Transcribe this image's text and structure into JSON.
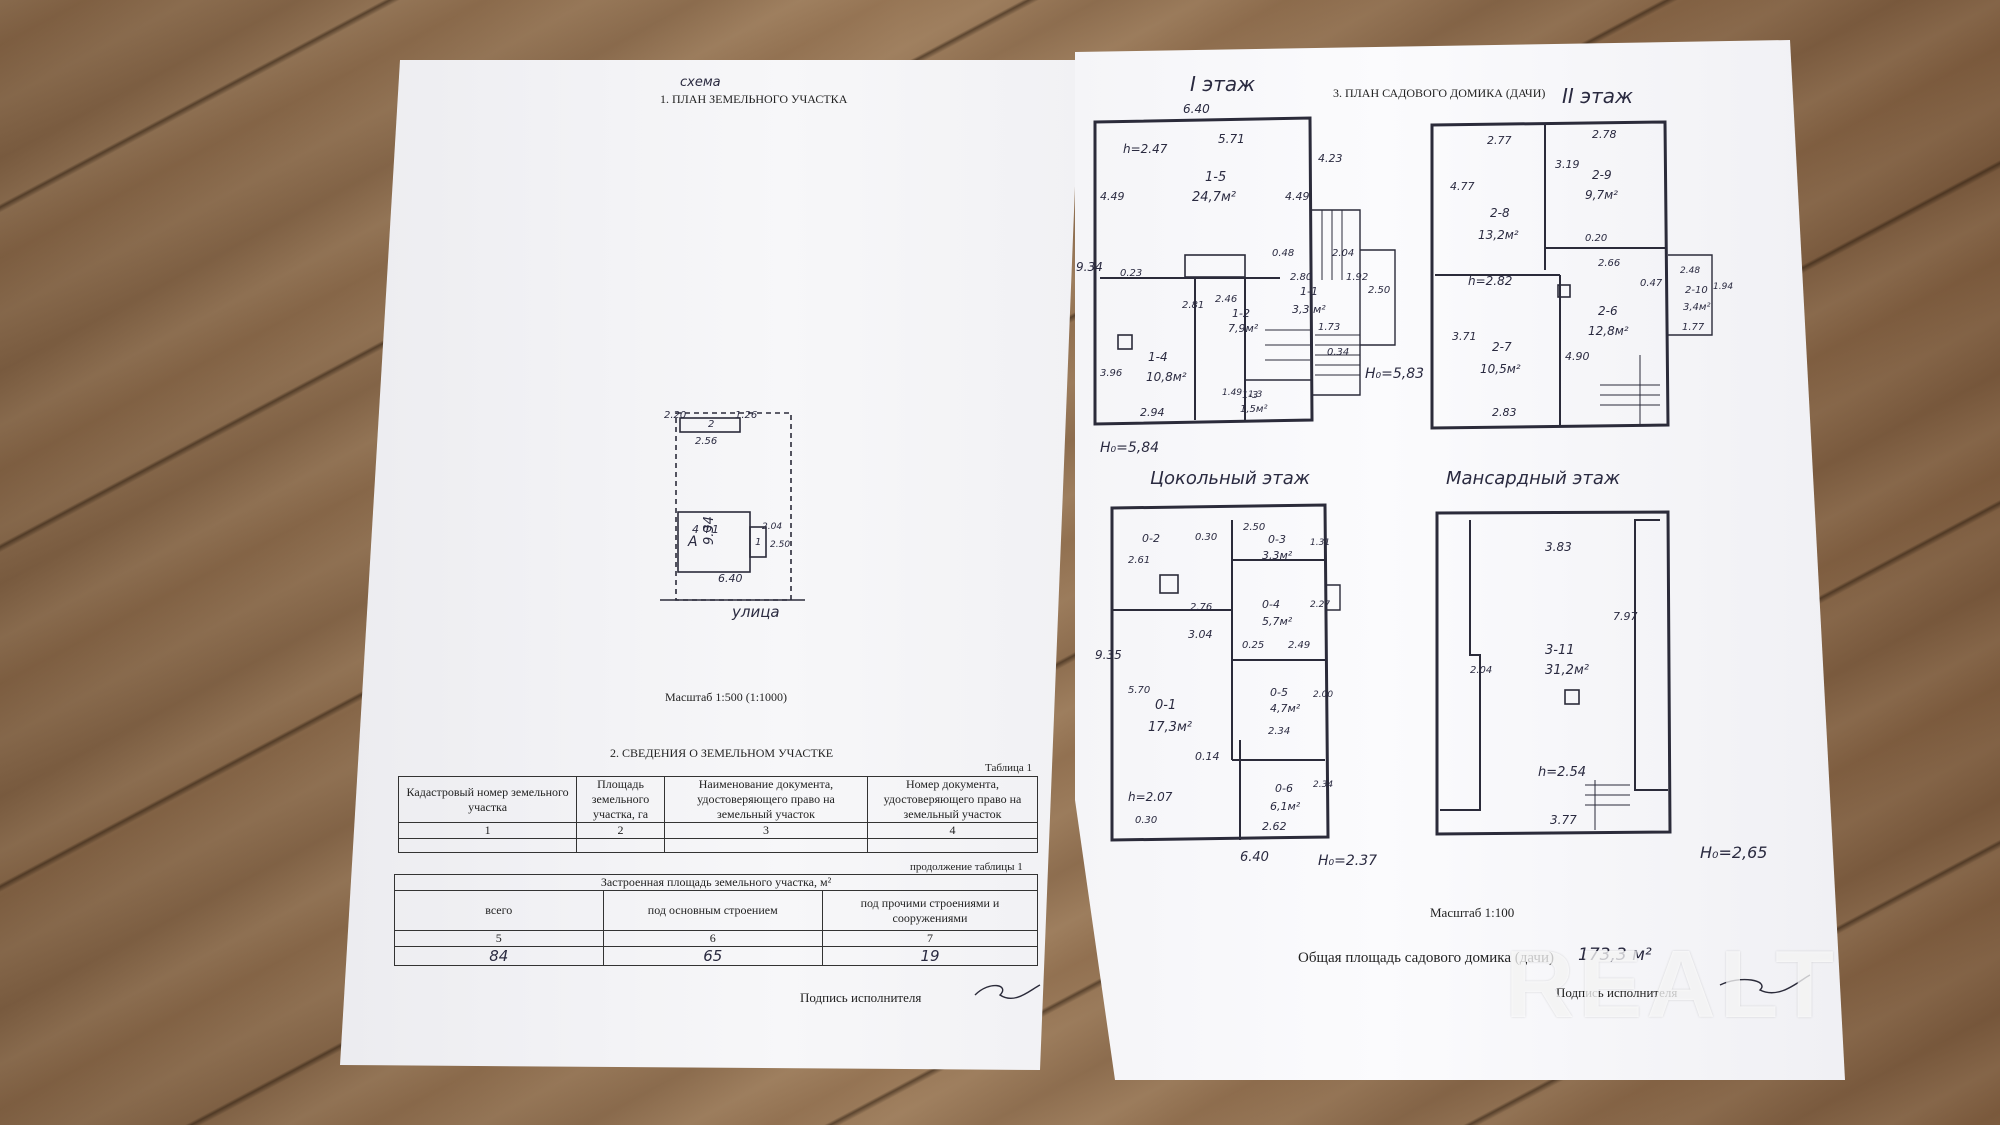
{
  "left_page": {
    "scheme_handwritten": "схема",
    "section1_title": "1. ПЛАН ЗЕМЕЛЬНОГО УЧАСТКА",
    "site_plan": {
      "dim_top_left": "2.20",
      "dim_top_right": "1.26",
      "label_2": "2",
      "dim_shed": "2.56",
      "dim_side": "9.34",
      "label_house": "А",
      "label_house_floors": "4 Ф1",
      "label_1": "1",
      "dim_porch_a": "2.04",
      "dim_porch_b": "2.50",
      "dim_bottom": "6.40",
      "street": "улица"
    },
    "scale": "Масштаб 1:500 (1:1000)",
    "section2_title": "2. СВЕДЕНИЯ  О ЗЕМЕЛЬНОМ УЧАСТКЕ",
    "table1_caption": "Таблица 1",
    "table1_headers": [
      "Кадастровый номер земельного участка",
      "Площадь земельного участка, га",
      "Наименование документа, удостоверяющего право на земельный участок",
      "Номер документа, удостоверяющего право на земельный участок"
    ],
    "table1_nums": [
      "1",
      "2",
      "3",
      "4"
    ],
    "table1_cont": "продолжение таблицы 1",
    "table2_title": "Застроенная площадь земельного участка, м²",
    "table2_headers": [
      "всего",
      "под основным строением",
      "под прочими строениями и сооружениями"
    ],
    "table2_nums": [
      "5",
      "6",
      "7"
    ],
    "table2_values": [
      "84",
      "65",
      "19"
    ],
    "signature_label": "Подпись исполнителя"
  },
  "right_page": {
    "section3_title": "3. ПЛАН САДОВОГО ДОМИКА (ДАЧИ)",
    "floor1": {
      "title": "I этаж",
      "dims": {
        "top": "6.40",
        "inner_top": "5.71",
        "h": "h=2.47",
        "left_a": "4.49",
        "right_a": "4.49",
        "right_b": "4.23",
        "side": "9.34",
        "d023": "0.23",
        "d048": "0.48",
        "d204": "2.04",
        "d280": "2.80",
        "d192": "1.92",
        "d250": "2.50",
        "d246": "2.46",
        "d281": "2.81",
        "d173": "1.73",
        "d034": "0.34",
        "d396": "3.96",
        "d294": "2.94",
        "d149": "1.49",
        "d13": "1.3",
        "h0": "Н₀=5,84",
        "h0b": "Н₀=5,83"
      },
      "rooms": [
        {
          "id": "1-5",
          "area": "24,7м²"
        },
        {
          "id": "1-1",
          "area": "3,3 м²"
        },
        {
          "id": "1-2",
          "area": "7,9м²"
        },
        {
          "id": "1-4",
          "area": "10,8м²"
        },
        {
          "id": "1-3",
          "area": "1,5м²"
        }
      ]
    },
    "floor2": {
      "title": "II этаж",
      "dims": {
        "d277": "2.77",
        "d278": "2.78",
        "d477": "4.77",
        "d319": "3.19",
        "d020": "0.20",
        "d266": "2.66",
        "d047": "0.47",
        "h": "h=2.82",
        "d371": "3.71",
        "d490": "4.90",
        "d283": "2.83",
        "d248": "2.48",
        "d194": "1.94",
        "d177": "1.77"
      },
      "rooms": [
        {
          "id": "2-8",
          "area": "13,2м²"
        },
        {
          "id": "2-9",
          "area": "9,7м²"
        },
        {
          "id": "2-7",
          "area": "10,5м²"
        },
        {
          "id": "2-6",
          "area": "12,8м²"
        },
        {
          "id": "2-10",
          "area": "3,4м²"
        }
      ]
    },
    "basement": {
      "title": "Цокольный этаж",
      "dims": {
        "d261": "2.61",
        "d030": "0.30",
        "d250": "2.50",
        "d131": "1.31",
        "d276": "2.76",
        "d227": "2.27",
        "d304": "3.04",
        "d935": "9.35",
        "d025": "0.25",
        "d249": "2.49",
        "d570": "5.70",
        "d200": "2.00",
        "d234": "2.34",
        "d014": "0.14",
        "h": "h=2.07",
        "d0302": "0.30",
        "d262": "2.62",
        "d2342": "2.34",
        "bottom": "6.40",
        "h0": "Н₀=2.37"
      },
      "rooms": [
        {
          "id": "0-2",
          "area": ""
        },
        {
          "id": "0-3",
          "area": "3,3м²"
        },
        {
          "id": "0-4",
          "area": "5,7м²"
        },
        {
          "id": "0-1",
          "area": "17,3м²"
        },
        {
          "id": "0-5",
          "area": "4,7м²"
        },
        {
          "id": "0-6",
          "area": "6,1м²"
        }
      ]
    },
    "attic": {
      "title": "Мансардный этаж",
      "dims": {
        "d383": "3.83",
        "d797": "7.97",
        "d204": "2.04",
        "h": "h=2.54",
        "d377": "3.77",
        "h0": "Н₀=2,65"
      },
      "rooms": [
        {
          "id": "3-11",
          "area": "31,2м²"
        }
      ]
    },
    "scale": "Масштаб 1:100",
    "total_label": "Общая площадь садового домика (дачи)",
    "total_value": "173,3 м²",
    "signature_label": "Подпись исполнителя"
  },
  "watermark": "REALT",
  "colors": {
    "paper": "#f4f4f6",
    "ink": "#222222",
    "pen": "#2a2a40",
    "wood": "#8a6a4c"
  }
}
